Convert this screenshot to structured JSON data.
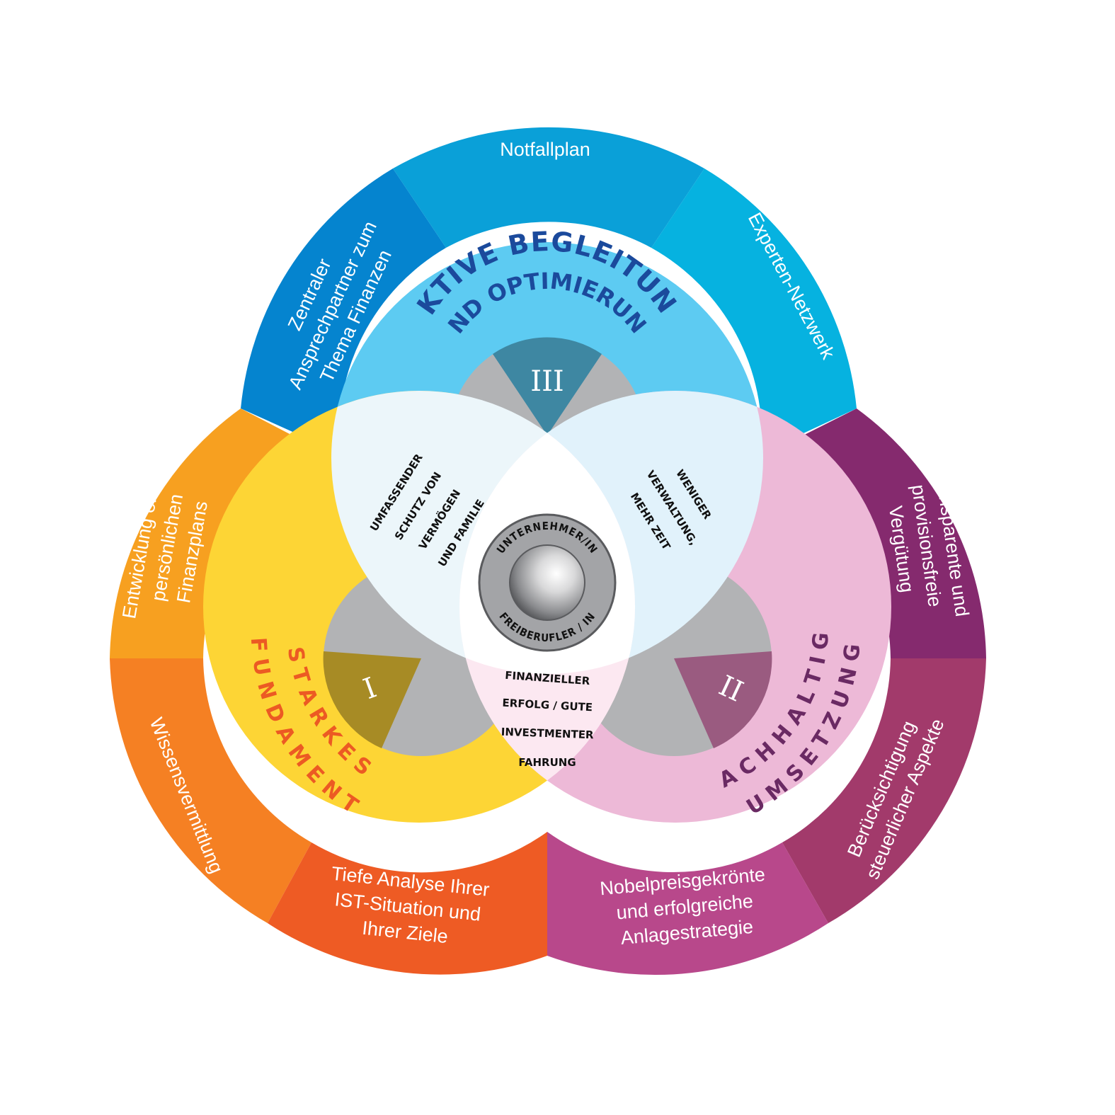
{
  "outer_segments": {
    "notfallplan": "Notfallplan",
    "zentraler": [
      "Zentraler",
      "Ansprechpartner zum",
      "Thema Finanzen"
    ],
    "experten": "Experten-Netzwerk",
    "transparente": [
      "Transparente und",
      "provisionsfreie",
      "Vergütung"
    ],
    "beruecksichtigung": [
      "Berücksichtigung",
      "steuerlicher Aspekte"
    ],
    "nobelpreis": [
      "Nobelpreisgekrönte",
      "und erfolgreiche",
      "Anlagestrategie"
    ],
    "tiefe_analyse": [
      "Tiefe Analyse Ihrer",
      "IST-Situation und",
      "Ihrer Ziele"
    ],
    "wissensvermittlung": "Wissensvermittlung",
    "entwicklung": [
      "Entwicklung eines",
      "persönlichen",
      "Finanzplans"
    ]
  },
  "titles": {
    "aktive_line1": "AKTIVE BEGLEITUNG",
    "aktive_line2": "UND OPTIMIERUNG",
    "starkes_line1": "S T A R K E S",
    "starkes_line2": "F U N D A M E N T",
    "nachhaltige_line1": "N A C H H A L T I G E",
    "nachhaltige_line2": "U M S E T Z U N G"
  },
  "roman_numerals": {
    "one": "I",
    "two": "II",
    "three": "III"
  },
  "lens_texts": {
    "left": [
      "UMFASSENDER",
      "SCHUTZ VON",
      "VERMÖGEN",
      "UND FAMILIE"
    ],
    "right": [
      "WENIGER",
      "VERWALTUNG,",
      "MEHR ZEIT"
    ],
    "bottom": [
      "FINANZIELLER",
      "ERFOLG / GUTE",
      "INVESTMENTER",
      "FAHRUNG"
    ]
  },
  "center": {
    "top": "UNTERNEHMER/IN",
    "bottom": "FREIBERUFLER / IN"
  },
  "colors": {
    "blue_dark": "#0584cf",
    "blue_mid": "#0aa0d8",
    "blue_light": "#06b2e0",
    "blue_inner": "#5dcbf2",
    "orange": "#f7a020",
    "orange_dark": "#f58023",
    "orange_red": "#ee5b24",
    "yellow": "#fdd535",
    "purple_dark": "#852a6e",
    "berry": "#a23a6b",
    "magenta": "#b8488b",
    "pink": "#edb9d7",
    "gray": "#b2b3b5",
    "title_blue": "#1b4a9c",
    "title_orange": "#ec5a23",
    "title_purple": "#6a2a63"
  }
}
